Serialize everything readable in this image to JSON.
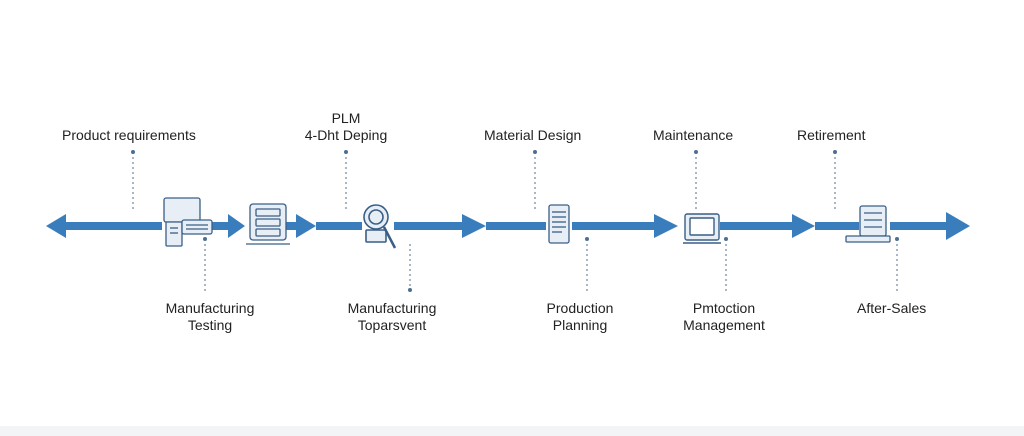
{
  "colors": {
    "arrow": "#3a7dbd",
    "icon_stroke": "#3a5f86",
    "icon_fill": "#e8eef5",
    "dotted": "#4d6f92"
  },
  "top_labels": {
    "product_requirements": "Product requirements",
    "plm": [
      "PLM",
      "4-Dht Deping"
    ],
    "material_design": "Material Design",
    "maintenance": "Maintenance",
    "retirement": "Retirement"
  },
  "bottom_labels": {
    "manufacturing_testing": [
      "Manufacturing",
      "Testing"
    ],
    "manufacturing_toparsvent": [
      "Manufacturing",
      "Toparsvent"
    ],
    "production_planning": [
      "Production",
      "Planning"
    ],
    "pmtoction_management": [
      "Pmtoction",
      "Management"
    ],
    "after_sales": "After-Sales"
  },
  "icons": [
    "computer-desktop-icon",
    "server-rack-icon",
    "magnifier-icon",
    "document-icon",
    "monitor-icon",
    "server-laptop-icon"
  ]
}
